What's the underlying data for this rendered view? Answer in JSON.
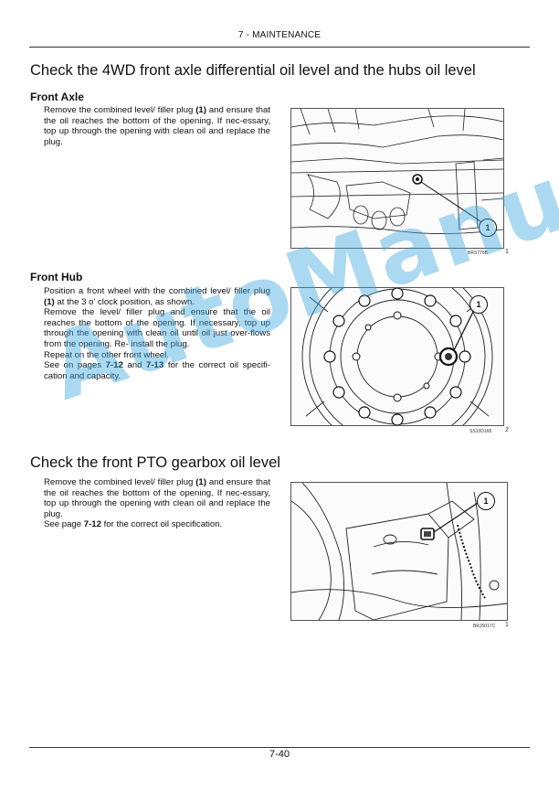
{
  "header": {
    "section": "7 - MAINTENANCE"
  },
  "sections": [
    {
      "title": "Check the 4WD front axle differential oil level and the hubs oil level",
      "subsections": [
        {
          "heading": "Front Axle",
          "paragraphs": [
            [
              "Remove the combined level/ filler plug ",
              "(1)",
              " and ensure that the oil reaches the bottom of the opening.  If nec-essary, top up through the opening with clean oil and replace the plug."
            ]
          ],
          "figure": {
            "ref": "BRS776B",
            "number": "1",
            "callout": "1"
          }
        },
        {
          "heading": "Front Hub",
          "paragraphs": [
            [
              "Position a front wheel with the combined level/ filler plug ",
              "(1)",
              " at the 3 o' clock position, as shown."
            ],
            [
              "Remove the level/ filler plug and ensure that the oil reaches the bottom of the opening.  If necessary, top up through the opening with clean oil until oil just over-flows from the opening.  Re- install the plug."
            ],
            [
              "Repeat on the other front wheel."
            ],
            [
              "See on pages ",
              "7-12",
              " and ",
              "7-13",
              " for the correct oil specifi-cation and capacity."
            ]
          ],
          "figure": {
            "ref": "SS10D168",
            "number": "2",
            "callout": "1"
          }
        }
      ]
    },
    {
      "title": "Check the front PTO gearbox oil level",
      "paragraphs": [
        [
          "Remove the combined level/ filler plug ",
          "(1)",
          " and ensure that the oil reaches the bottom of the opening.  If nec-essary, top up through the opening with clean oil and replace the plug."
        ],
        [
          "See page ",
          "7-12",
          " for the correct oil specification."
        ]
      ],
      "figure": {
        "ref": "BRJ5017C",
        "number": "1",
        "callout": "1"
      }
    }
  ],
  "footer": {
    "page": "7-40"
  },
  "watermark": "AutoManual"
}
